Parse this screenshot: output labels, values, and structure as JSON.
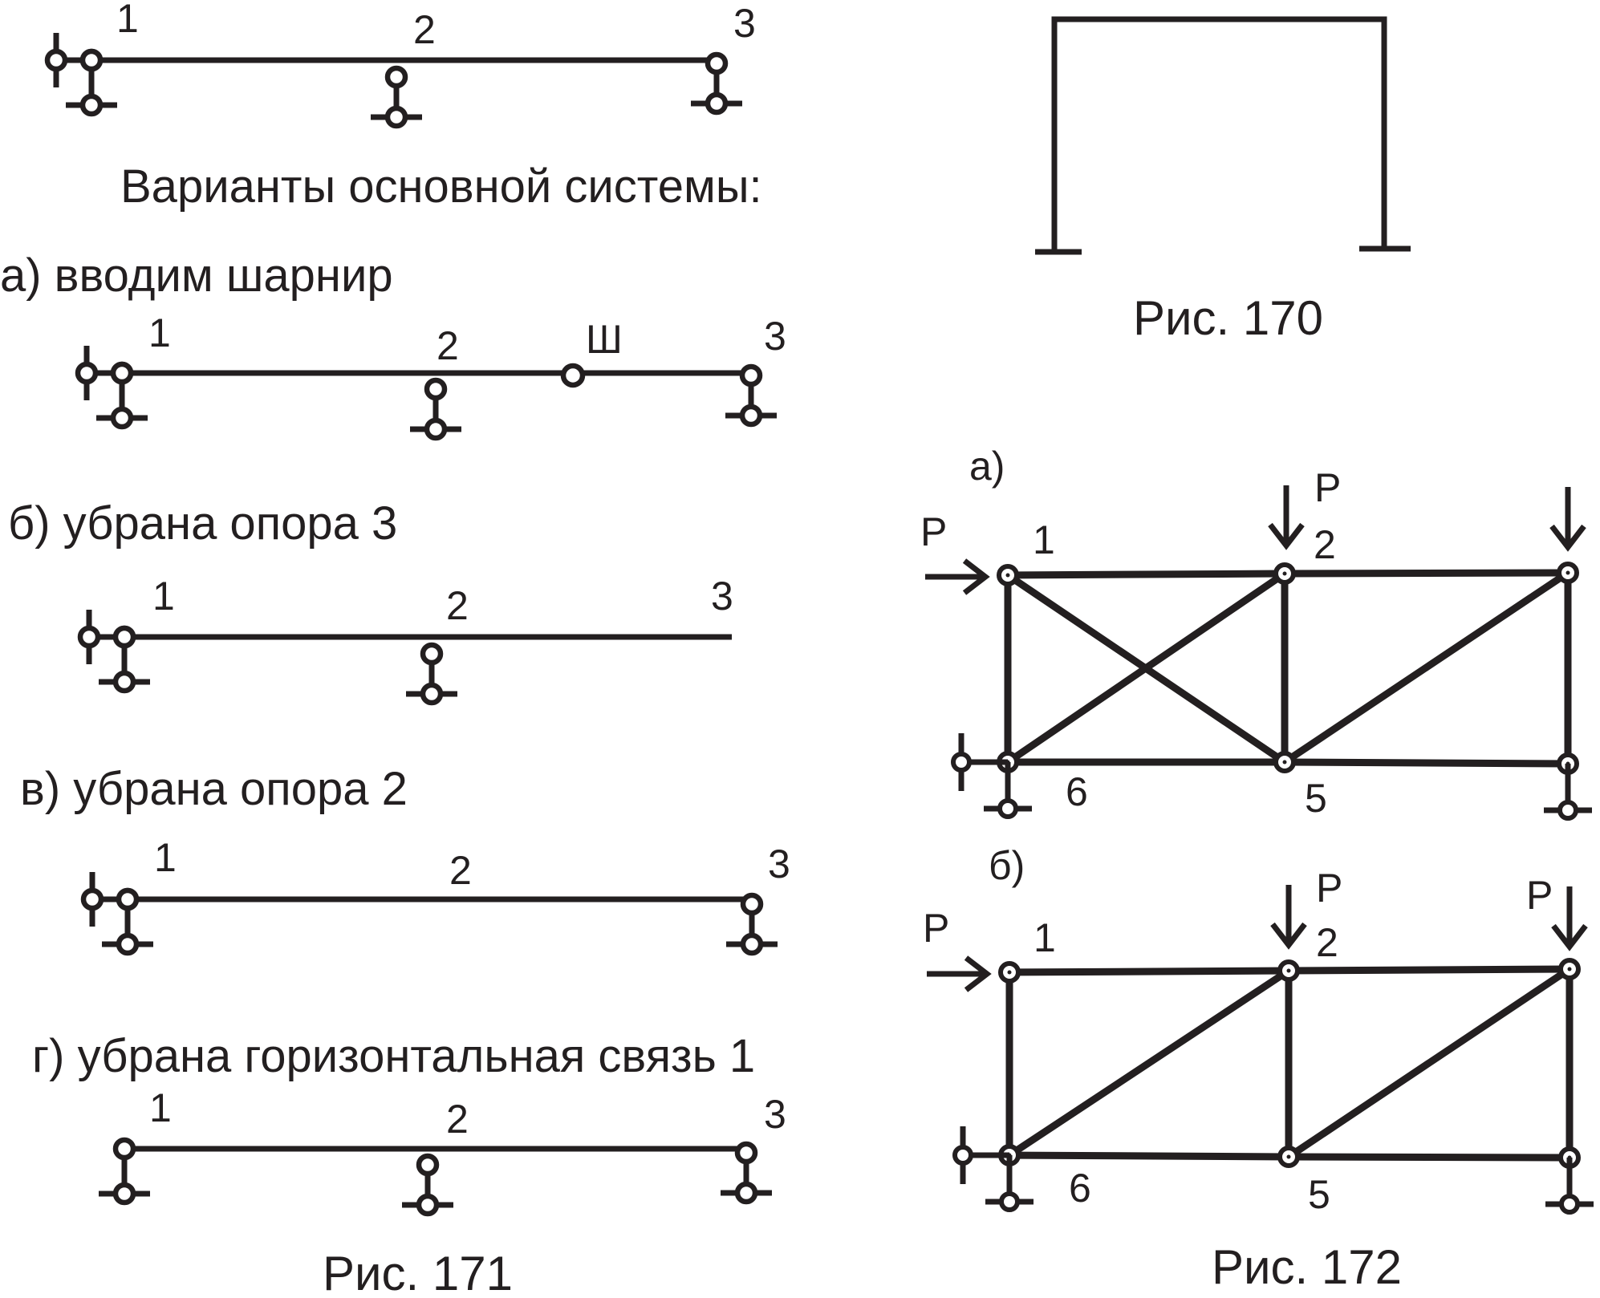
{
  "fig170": {
    "caption": "Рис. 170"
  },
  "fig171": {
    "caption": "Рис. 171",
    "heading": "Варианты основной системы:",
    "original": {
      "n1": "1",
      "n2": "2",
      "n3": "3"
    },
    "variant_a": {
      "label": "а)  вводим шарнир",
      "n1": "1",
      "n2": "2",
      "n3": "3",
      "hinge": "Ш"
    },
    "variant_b": {
      "label": "б)  убрана опора 3",
      "n1": "1",
      "n2": "2",
      "n3": "3"
    },
    "variant_v": {
      "label": "в)  убрана опора 2",
      "n1": "1",
      "n2": "2",
      "n3": "3"
    },
    "variant_g": {
      "label": "г) убрана горизонтальная связь 1",
      "n1": "1",
      "n2": "2",
      "n3": "3"
    }
  },
  "fig172": {
    "caption": "Рис. 172",
    "panel_a": {
      "label": "а)",
      "force_left": "P",
      "force_mid": "P",
      "n1": "1",
      "n2": "2",
      "n5": "5",
      "n6": "6"
    },
    "panel_b": {
      "label": "б)",
      "force_left": "P",
      "force_mid": "P",
      "force_right": "P",
      "n1": "1",
      "n2": "2",
      "n5": "5",
      "n6": "6"
    }
  }
}
